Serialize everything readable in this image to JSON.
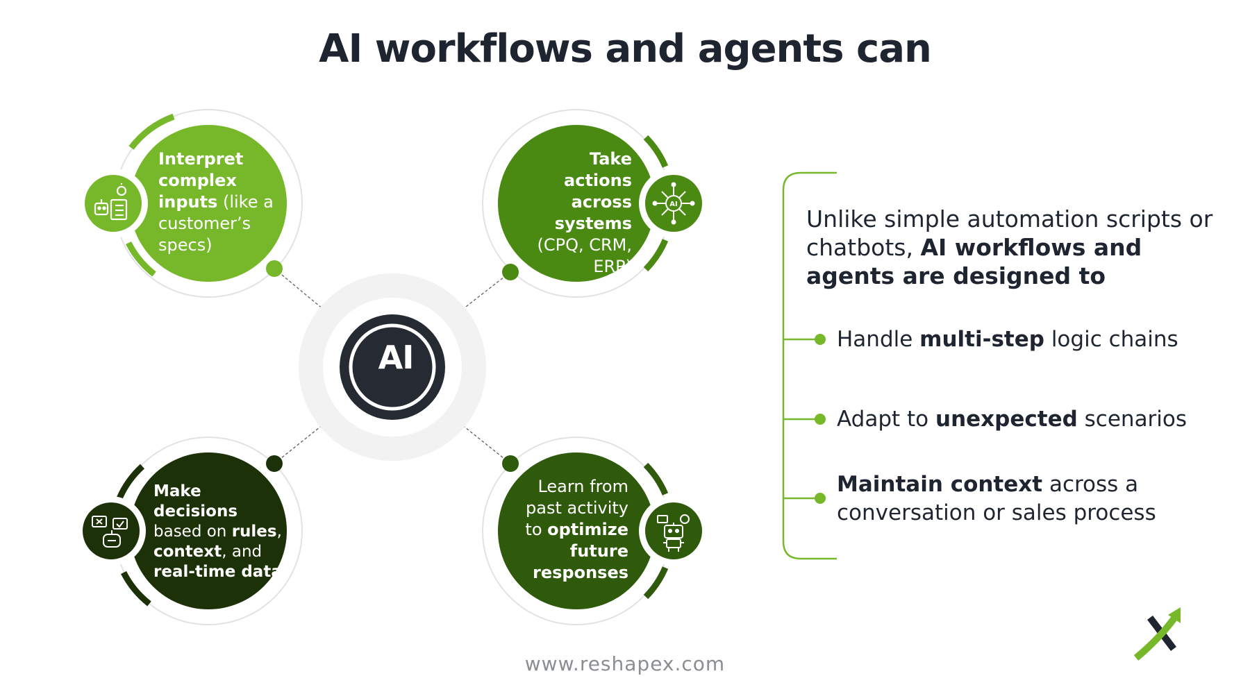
{
  "title": "AI workflows and agents can",
  "center": {
    "label": "AI"
  },
  "nodes": {
    "interpret": {
      "parts": [
        {
          "t": "Interpret complex inputs",
          "b": true
        },
        {
          "t": " (like a customer’s specs)",
          "b": false
        }
      ],
      "color": "#76b82a",
      "icon": "robot-checklist-icon"
    },
    "actions": {
      "parts": [
        {
          "t": "Take actions across systems",
          "b": true
        },
        {
          "t": " (CPQ, CRM, ERP)",
          "b": false
        }
      ],
      "color": "#4a8a12",
      "icon": "ai-chip-network-icon"
    },
    "decisions": {
      "parts": [
        {
          "t": "Make decisions",
          "b": true
        },
        {
          "t": " based on ",
          "b": false
        },
        {
          "t": "rules",
          "b": true
        },
        {
          "t": ", ",
          "b": false
        },
        {
          "t": "context",
          "b": true
        },
        {
          "t": ", and ",
          "b": false
        },
        {
          "t": "real-time data",
          "b": true
        }
      ],
      "color": "#1d3108",
      "icon": "robot-chat-icon"
    },
    "learn": {
      "parts": [
        {
          "t": "Learn from past activity to ",
          "b": false
        },
        {
          "t": "optimize future responses",
          "b": true
        }
      ],
      "color": "#2f5a0c",
      "icon": "robot-learning-icon"
    }
  },
  "panel": {
    "intro_parts": [
      {
        "t": "Unlike simple automation scripts or chatbots, ",
        "b": false
      },
      {
        "t": "AI workflows and agents are designed to",
        "b": true
      }
    ],
    "bullets": [
      [
        {
          "t": "Handle ",
          "b": false
        },
        {
          "t": "multi-step",
          "b": true
        },
        {
          "t": " logic chains",
          "b": false
        }
      ],
      [
        {
          "t": "Adapt to ",
          "b": false
        },
        {
          "t": "unexpected",
          "b": true
        },
        {
          "t": " scenarios",
          "b": false
        }
      ],
      [
        {
          "t": "Maintain context",
          "b": true
        },
        {
          "t": " across a conversation or sales process",
          "b": false
        }
      ]
    ],
    "accent": "#76b82a"
  },
  "footer": "www.reshapex.com",
  "logo": "reshapex-x-logo",
  "colors": {
    "dark": "#1f2530",
    "green_light": "#76b82a",
    "green_mid": "#4a8a12",
    "green_deep": "#2f5a0c",
    "green_darkest": "#1d3108"
  }
}
